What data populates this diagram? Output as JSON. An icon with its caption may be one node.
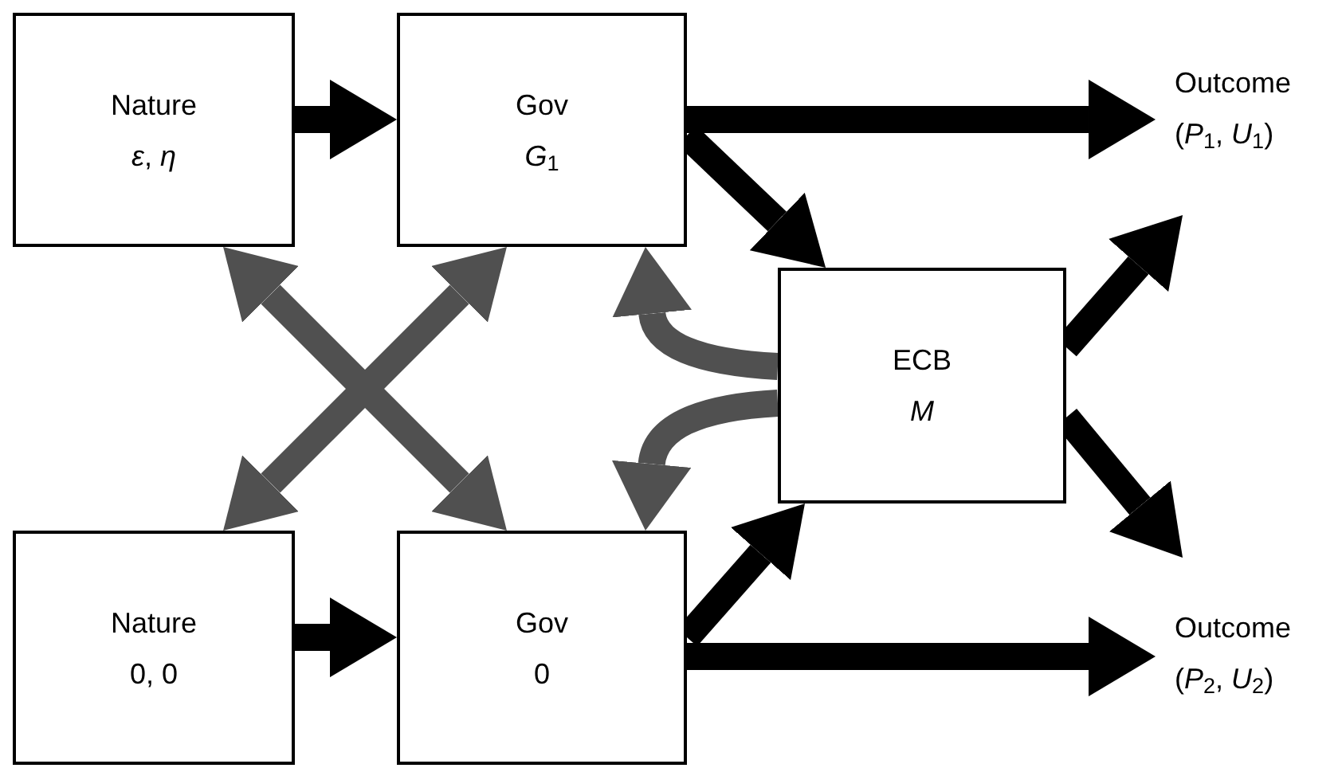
{
  "diagram": {
    "nodes": [
      {
        "text": [
          "Nature",
          "*ε*, *η*"
        ]
      },
      {
        "text": [
          "Gov",
          "*G*$_{1}$"
        ]
      },
      {
        "text": [
          "Outcome",
          "(*P*$_{1}$, *U*$_{1}$)"
        ]
      },
      {
        "text": [
          "ECB",
          "*M*"
        ]
      },
      {
        "text": [
          "Nature",
          "0, 0"
        ]
      },
      {
        "text": [
          "Gov",
          "0"
        ]
      },
      {
        "text": [
          "Outcome",
          "(*P*$_{2}$, *U*$_{2}$)"
        ]
      }
    ],
    "edges": [
      {
        "from": 0,
        "to": 1,
        "arrow": "to"
      },
      {
        "from": 1,
        "to": 2,
        "arrow": "to"
      },
      {
        "from": 1,
        "to": 3,
        "arrow": "to"
      },
      {
        "from": 3,
        "to": 2,
        "arrow": "to"
      },
      {
        "from": 3,
        "to": 6,
        "arrow": "to"
      },
      {
        "from": 5,
        "to": 3,
        "arrow": "to"
      },
      {
        "from": 5,
        "to": 6,
        "arrow": "to"
      },
      {
        "from": 4,
        "to": 5,
        "arrow": "to"
      },
      {
        "from": 0,
        "to": 5,
        "arrow": "both",
        "color": "#505050"
      },
      {
        "from": 1,
        "to": 4,
        "arrow": "both",
        "color": "#505050"
      },
      {
        "from": 3,
        "to": 1,
        "arrow": "to",
        "color": "#505050"
      },
      {
        "from": 3,
        "to": 5,
        "arrow": "to",
        "color": "#505050"
      }
    ]
  }
}
